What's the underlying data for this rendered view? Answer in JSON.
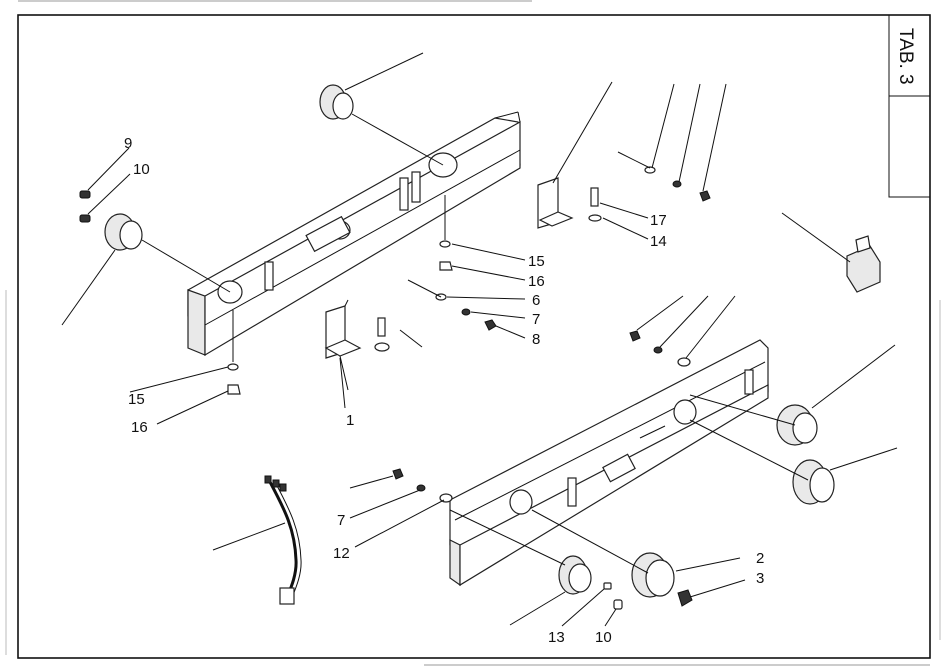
{
  "tab": {
    "line1": "TAB.",
    "line2": "3"
  },
  "labels": {
    "l1": "1",
    "l2": "2",
    "l3": "3",
    "l6": "6",
    "l7a": "7",
    "l7b": "7",
    "l8": "8",
    "l9": "9",
    "l10a": "10",
    "l10b": "10",
    "l12": "12",
    "l13": "13",
    "l14": "14",
    "l15a": "15",
    "l15b": "15",
    "l16a": "16",
    "l16b": "16",
    "l17": "17"
  }
}
